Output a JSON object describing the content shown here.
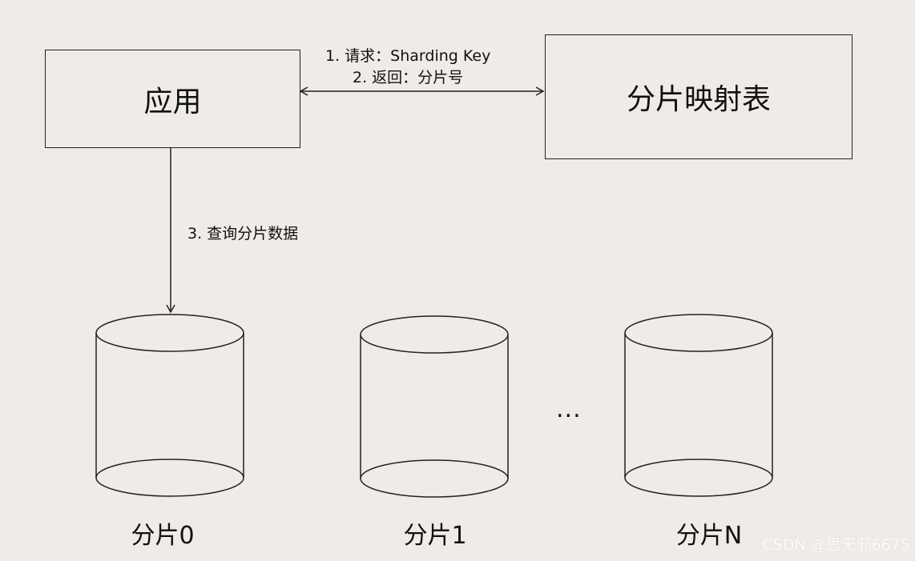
{
  "nodes": {
    "app": {
      "label": "应用"
    },
    "mapping_table": {
      "label": "分片映射表"
    }
  },
  "edges": {
    "request": {
      "label": "1. 请求：Sharding Key"
    },
    "response": {
      "label": "2. 返回：分片号"
    },
    "query": {
      "label": "3. 查询分片数据"
    }
  },
  "shards": [
    {
      "label": "分片0"
    },
    {
      "label": "分片1"
    },
    {
      "label": "分片N"
    }
  ],
  "ellipsis": "...",
  "watermark": "CSDN @思无邪6675",
  "colors": {
    "background": "#efece7",
    "stroke": "#222222",
    "text": "#111111"
  }
}
